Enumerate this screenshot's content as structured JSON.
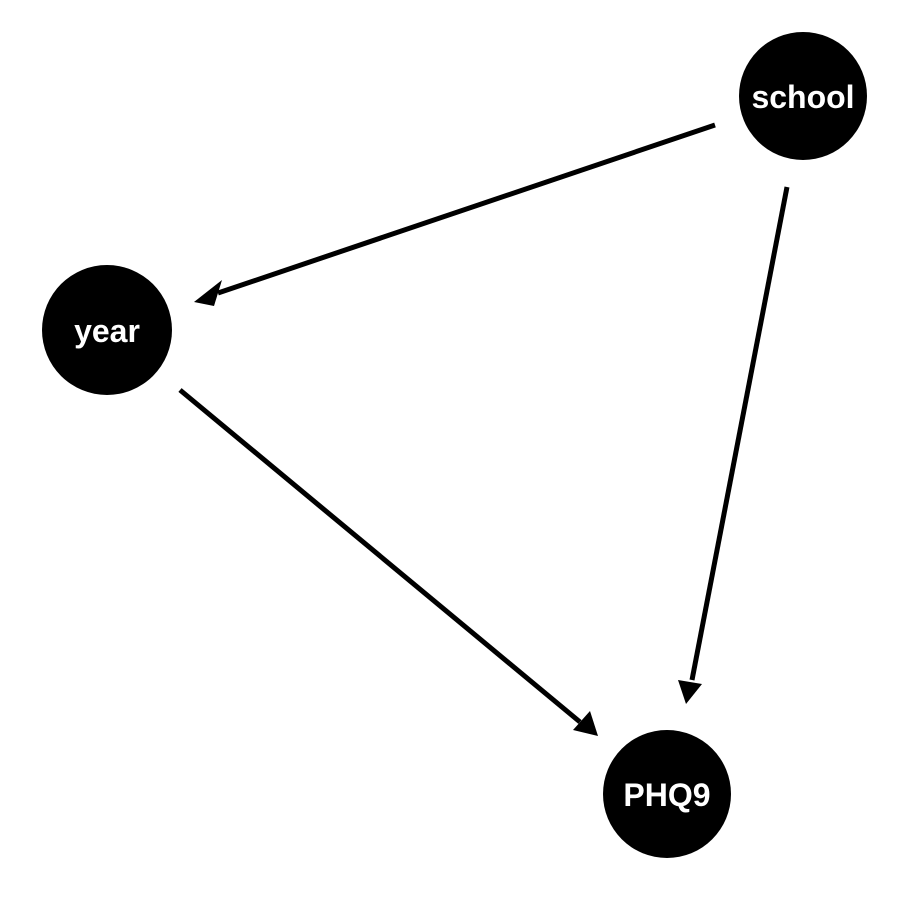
{
  "diagram": {
    "type": "directed-acyclic-graph",
    "nodes": [
      {
        "id": "school",
        "label": "school"
      },
      {
        "id": "year",
        "label": "year"
      },
      {
        "id": "phq9",
        "label": "PHQ9"
      }
    ],
    "edges": [
      {
        "from": "school",
        "to": "year"
      },
      {
        "from": "school",
        "to": "phq9"
      },
      {
        "from": "year",
        "to": "phq9"
      }
    ],
    "colors": {
      "node_fill": "#000000",
      "label": "#ffffff",
      "edge": "#000000",
      "background": "#ffffff"
    }
  }
}
